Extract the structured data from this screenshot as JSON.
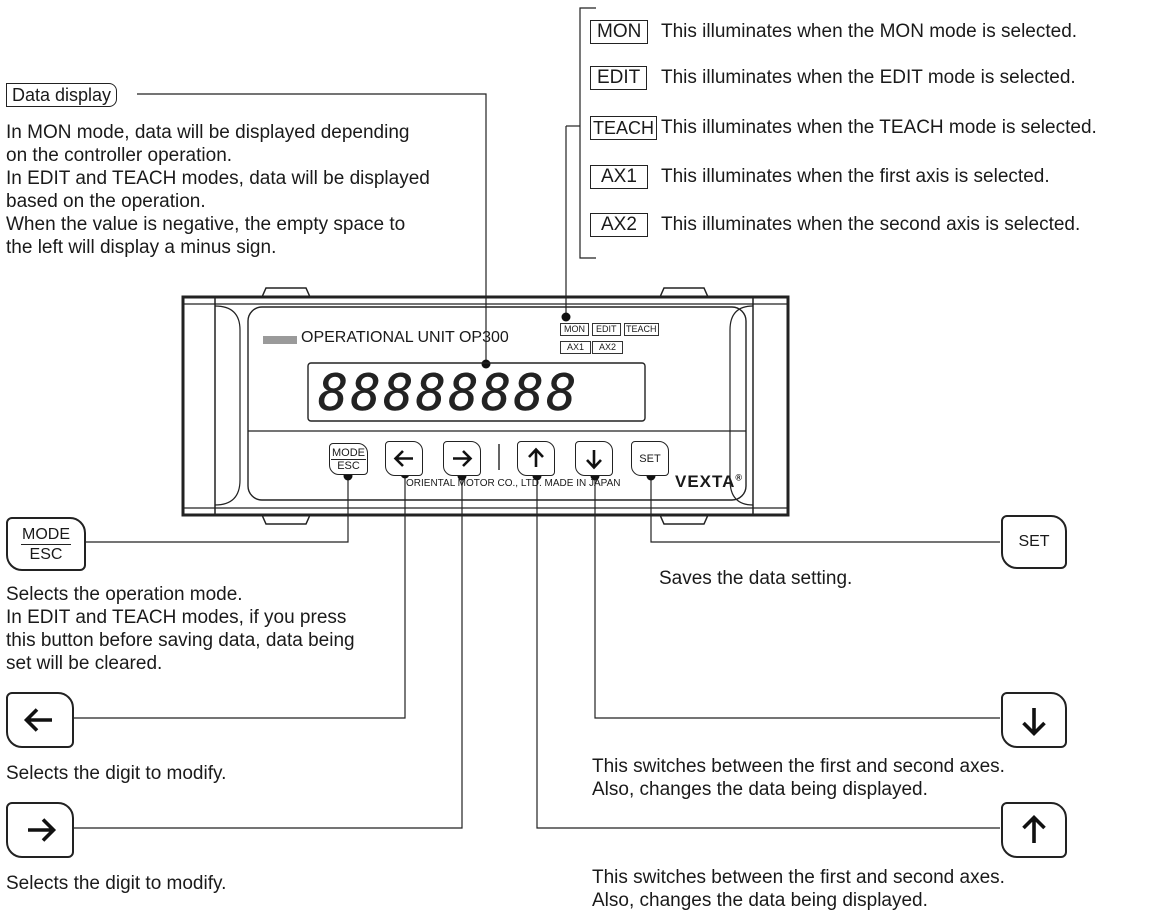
{
  "indicators": [
    {
      "label": "MON",
      "desc": "This illuminates when the MON mode is selected."
    },
    {
      "label": "EDIT",
      "desc": "This illuminates when the EDIT mode is selected."
    },
    {
      "label": "TEACH",
      "desc": "This illuminates when the TEACH mode is selected."
    },
    {
      "label": "AX1",
      "desc": "This illuminates when the first axis is selected."
    },
    {
      "label": "AX2",
      "desc": "This illuminates when the second axis is selected."
    }
  ],
  "data_display": {
    "label": "Data display",
    "lines": [
      "In MON mode, data will be displayed depending",
      "on the controller operation.",
      "In EDIT and TEACH modes, data will be displayed",
      "based on the operation.",
      "When the value is negative, the empty space to",
      "the left will display a minus sign."
    ]
  },
  "device": {
    "title": "OPERATIONAL UNIT OP300",
    "digits": "88888888",
    "footer": "ORIENTAL MOTOR CO., LTD. MADE IN JAPAN",
    "brand": "VEXTA",
    "brand_mark": "®",
    "mode_top": "MODE",
    "mode_bottom": "ESC",
    "set": "SET"
  },
  "callouts": {
    "mode_esc": {
      "top": "MODE",
      "bottom": "ESC",
      "lines": [
        "Selects the operation mode.",
        "In EDIT and TEACH modes, if you press",
        "this button before saving data, data being",
        "set will be cleared."
      ]
    },
    "left": {
      "icon": "arrow-left-icon",
      "desc": "Selects the digit to modify."
    },
    "right": {
      "icon": "arrow-right-icon",
      "desc": "Selects the digit to modify."
    },
    "set": {
      "label": "SET",
      "desc": "Saves the data setting."
    },
    "down": {
      "icon": "arrow-down-icon",
      "lines": [
        "This switches between the first and second axes.",
        "Also, changes the data being displayed."
      ]
    },
    "up": {
      "icon": "arrow-up-icon",
      "lines": [
        "This switches between the first and second axes.",
        "Also, changes the data being displayed."
      ]
    }
  }
}
